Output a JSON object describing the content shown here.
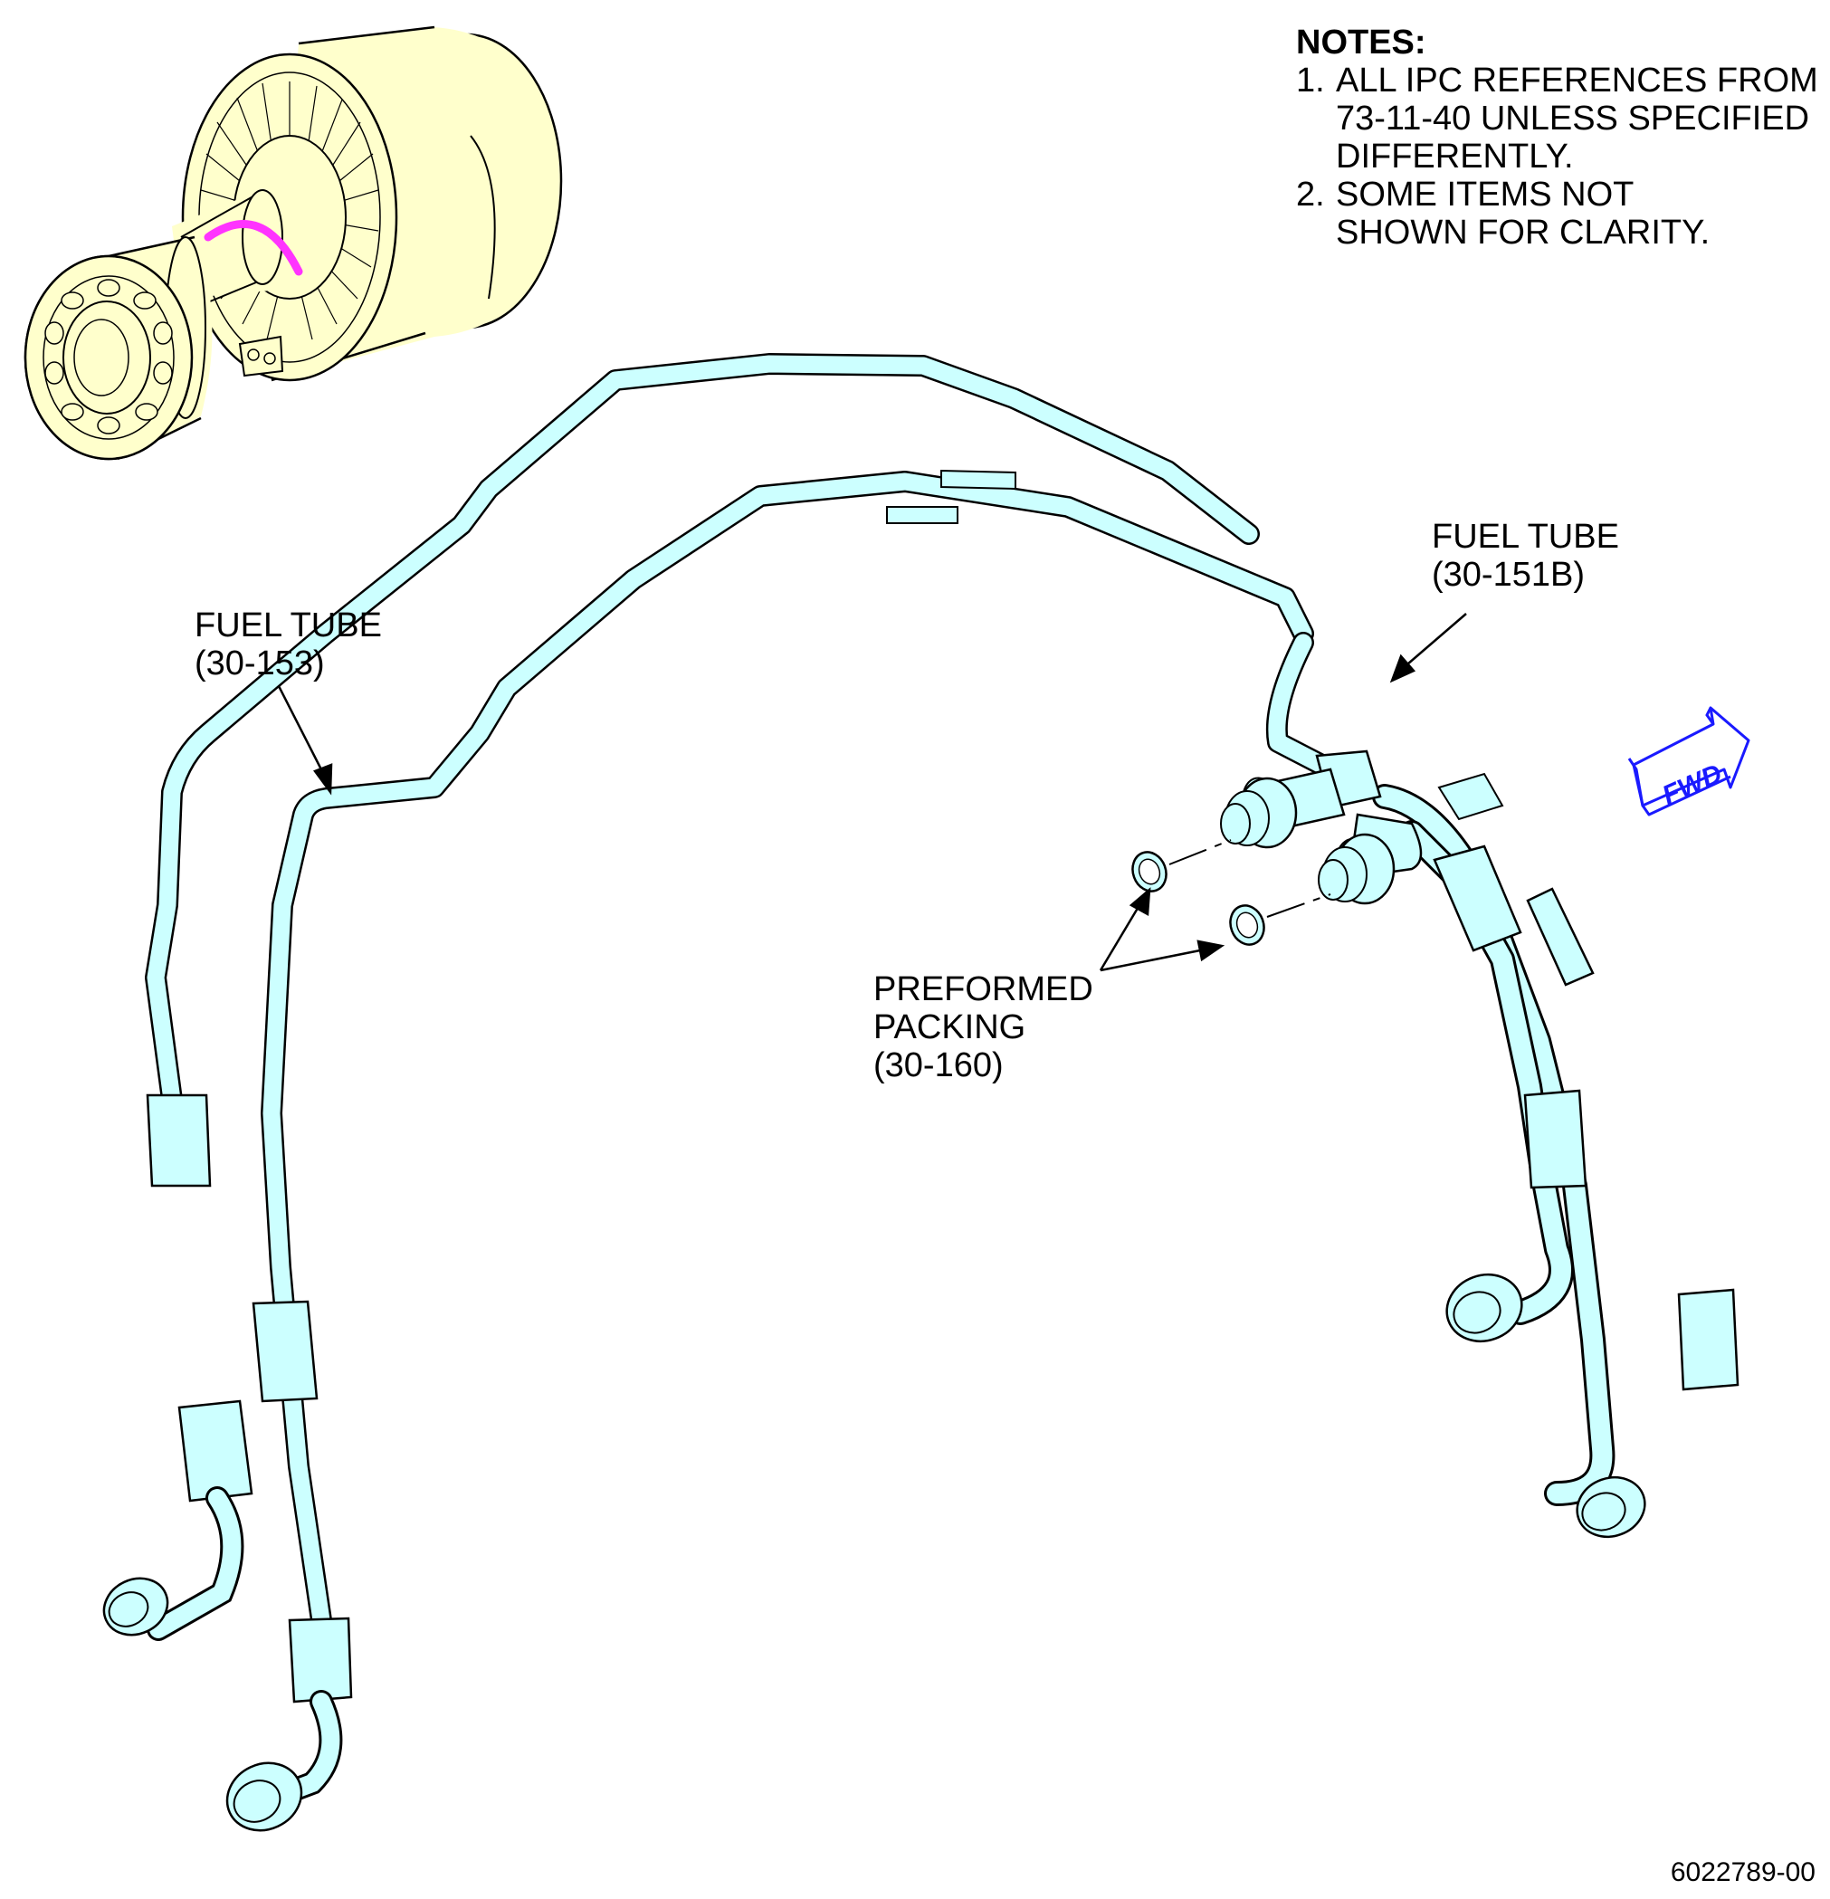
{
  "notes": {
    "heading": "NOTES:",
    "items": [
      {
        "num": "1.",
        "text": "ALL IPC REFERENCES FROM\n73-11-40 UNLESS SPECIFIED\nDIFFERENTLY."
      },
      {
        "num": "2.",
        "text": "SOME ITEMS NOT\nSHOWN FOR CLARITY."
      }
    ]
  },
  "callouts": {
    "tube_153": "FUEL TUBE\n(30-153)",
    "tube_151b": "FUEL TUBE\n(30-151B)",
    "packing": "PREFORMED\nPACKING\n(30-160)"
  },
  "fwd_label": "FWD",
  "figure_number": "6022789-00",
  "colors": {
    "tube_fill": "#ccffff",
    "engine_fill": "#ffffcc",
    "highlight": "#ff33ff",
    "fwd_arrow": "#1a1aff",
    "outline": "#000000"
  }
}
